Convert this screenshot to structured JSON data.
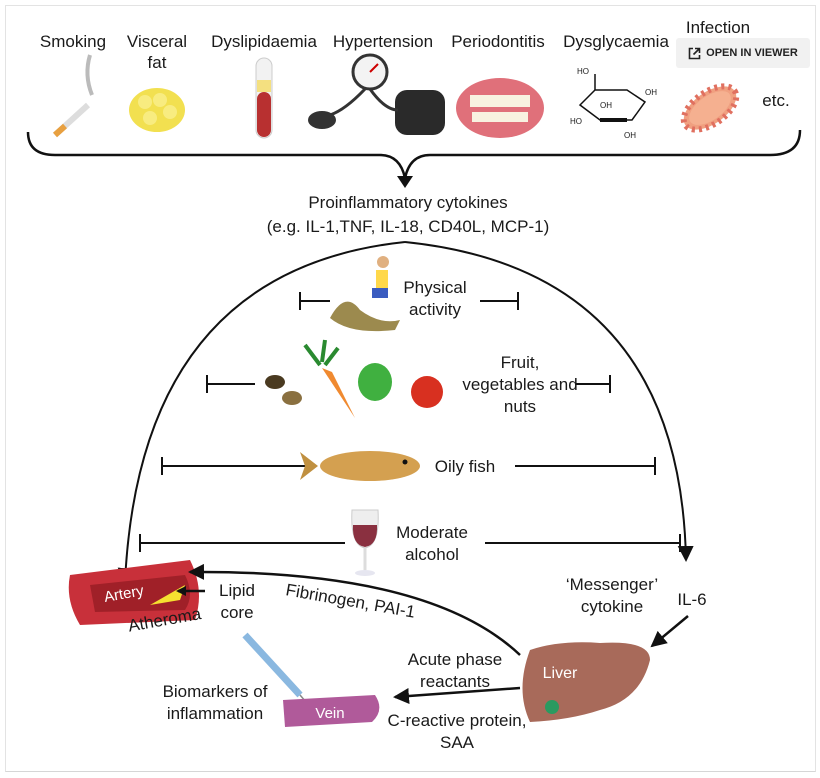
{
  "viewer_button": {
    "label": "OPEN IN VIEWER",
    "icon": "open-external-icon"
  },
  "diagram": {
    "risk_factors": [
      "Smoking",
      "Visceral",
      "fat",
      "Dyslipidaemia",
      "Hypertension",
      "Periodontitis",
      "Dysglycaemia",
      "Infection",
      "etc."
    ],
    "cytokines_title": "Proinflammatory cytokines",
    "cytokines_examples": "(e.g. IL-1,TNF, IL-18, CD40L, MCP-1)",
    "interventions": {
      "physical_1": "Physical",
      "physical_2": "activity",
      "fruit_1": "Fruit,",
      "fruit_2": "vegetables and",
      "fruit_3": "nuts",
      "fish": "Oily fish",
      "alcohol_1": "Moderate",
      "alcohol_2": "alcohol"
    },
    "artery": "Artery",
    "lipid_1": "Lipid",
    "lipid_2": "core",
    "atheroma": "Atheroma",
    "fibrinogen": "Fibrinogen, PAI-1",
    "messenger_1": "‘Messenger’",
    "messenger_2": "cytokine",
    "il6": "IL-6",
    "liver": "Liver",
    "acute_1": "Acute phase",
    "acute_2": "reactants",
    "crp_1": "C-reactive protein,",
    "crp_2": "SAA",
    "vein": "Vein",
    "biomarkers_1": "Biomarkers of",
    "biomarkers_2": "inflammation",
    "glucose_labels": [
      "HO",
      "OH",
      "HO",
      "OH",
      "OH"
    ]
  }
}
